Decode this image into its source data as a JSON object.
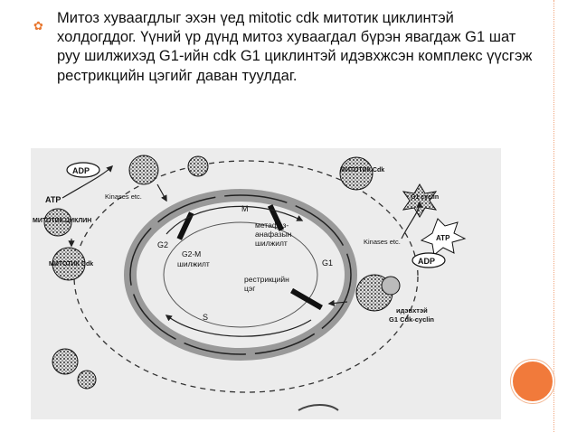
{
  "slide": {
    "bullet_icon": "orange-curl-bullet",
    "text": "Митоз хуваагдлыг эхэн үед mitotic cdk митотик циклинтэй холдогддог. Үүний үр дүнд митоз хуваагдал бүрэн явагдаж G1 шат руу шилжихэд G1-ийн cdk G1 циклинтэй идэвхжсэн комплекс үүсгэж рестрикцийн цэгийг даван туулдаг.",
    "accent_color": "#f17a3b"
  },
  "diagram": {
    "labels": {
      "adp_top": "ADP",
      "atp_left": "ATP",
      "kinases_left": "Kinases etc.",
      "mitotic_cyclin": "МИТОТИК ЦИКЛИН",
      "mitotic_cdk_left": "МИТОТИК Cdk",
      "mitotic_cdk_top": "МИТОТИК Cdk",
      "g1_cyclin": "G1 cyclin",
      "atp_right": "ATP",
      "kinases_right": "Kinases etc.",
      "adp_right": "ADP",
      "m_phase": "M",
      "g2_phase": "G2",
      "g1_phase": "G1",
      "s_phase": "S",
      "metaphase_line1": "метафаз-",
      "metaphase_line2": "анафазын",
      "metaphase_line3": "шилжилт",
      "g2m_line1": "G2-M",
      "g2m_line2": "шилжилт",
      "restriction_line1": "рестрикцийн",
      "restriction_line2": "цэг",
      "active_line1": "идэвхтэй",
      "active_line2": "G1 Cdk-cyclin"
    }
  }
}
